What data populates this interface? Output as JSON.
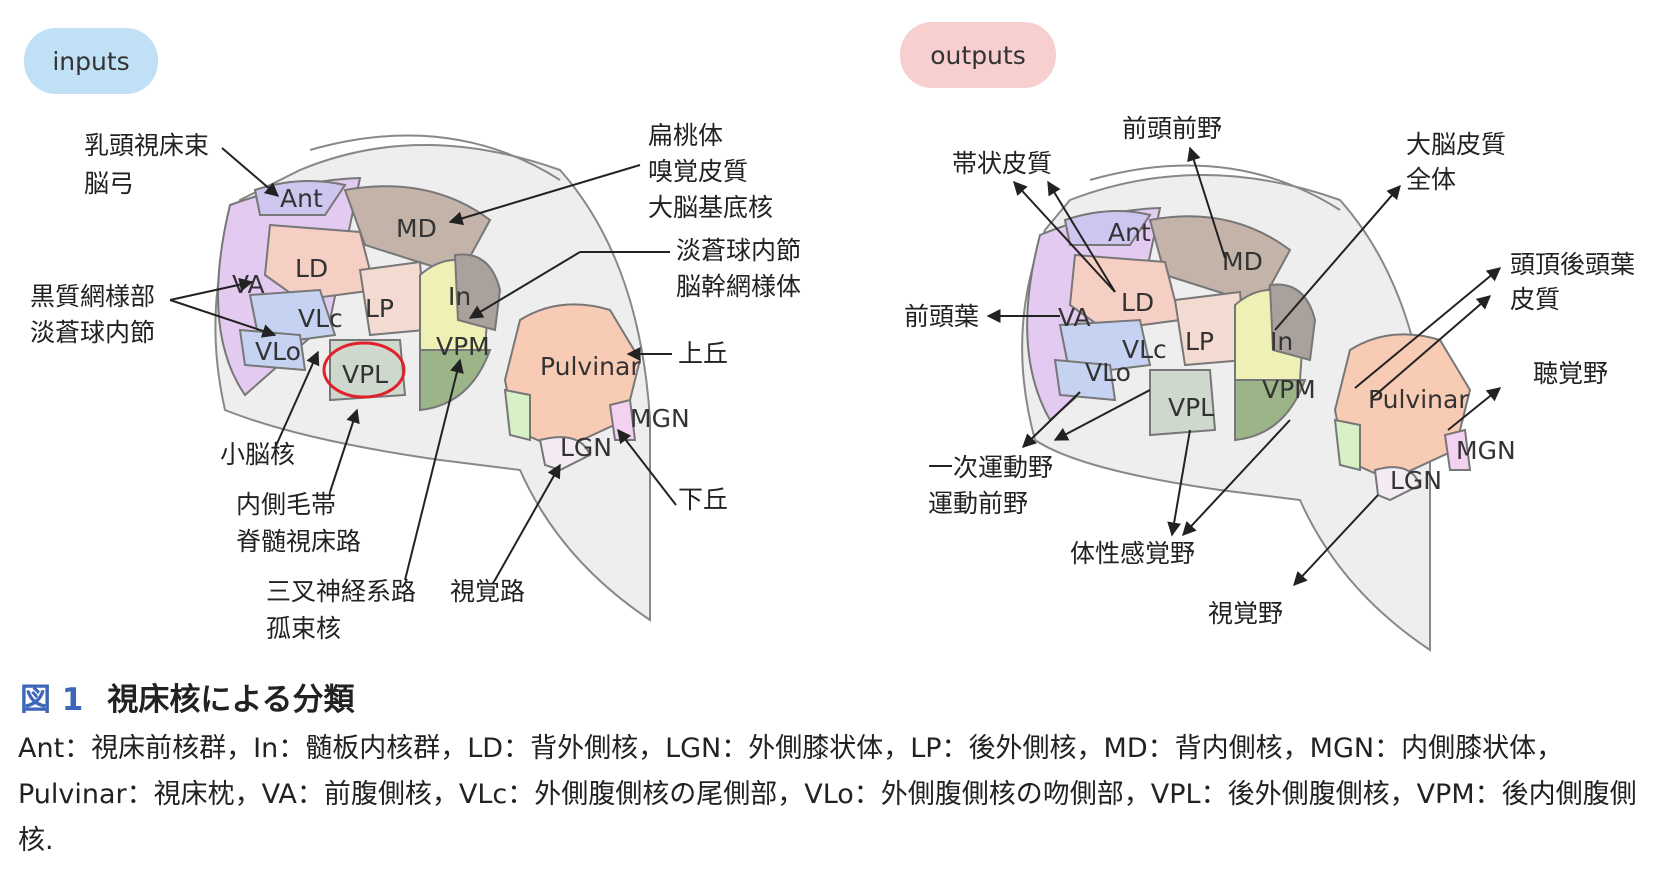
{
  "inputs_label": "inputs",
  "outputs_label": "outputs",
  "left": {
    "nuclei": [
      "Ant",
      "MD",
      "LD",
      "VA",
      "LP",
      "VLc",
      "In",
      "VLo",
      "VPL",
      "VPM",
      "Pulvinar",
      "MGN",
      "LGN"
    ],
    "labels": {
      "l1a": "乳頭視床束",
      "l1b": "脳弓",
      "l2a": "扁桃体",
      "l2b": "嗅覚皮質",
      "l2c": "大脳基底核",
      "l3a": "淡蒼球内節",
      "l3b": "脳幹網様体",
      "l4a": "黒質網様部",
      "l4b": "淡蒼球内節",
      "l5": "上丘",
      "l6": "小脳核",
      "l7a": "内側毛帯",
      "l7b": "脊髄視床路",
      "l8": "下丘",
      "l9a": "三叉神経系路",
      "l9b": "孤束核",
      "l10": "視覚路"
    }
  },
  "right": {
    "nuclei": [
      "Ant",
      "MD",
      "LD",
      "VA",
      "LP",
      "VLc",
      "In",
      "VLo",
      "VPL",
      "VPM",
      "Pulvinar",
      "MGN",
      "LGN"
    ],
    "labels": {
      "r1": "前頭前野",
      "r2": "帯状皮質",
      "r3a": "大脳皮質",
      "r3b": "全体",
      "r4a": "頭頂後頭葉",
      "r4b": "皮質",
      "r5": "前頭葉",
      "r6": "聴覚野",
      "r7a": "一次運動野",
      "r7b": "運動前野",
      "r8": "体性感覚野",
      "r9": "視覚野"
    }
  },
  "figure": {
    "number": "図 1",
    "title": "視床核による分類",
    "legend": "Ant：視床前核群，In：髄板内核群，LD：背外側核，LGN：外側膝状体，LP：後外側核，MD：背内側核，MGN：内側膝状体，Pulvinar：視床枕，VA：前腹側核，VLc：外側腹側核の尾側部，VLo：外側腹側核の吻側部，VPL：後外側腹側核，VPM：後内側腹側核."
  },
  "colors": {
    "inputs_pill": "#bfe0f5",
    "outputs_pill": "#f7cfcf",
    "highlight_ring": "#e0202a",
    "figure_number": "#3d66b8"
  }
}
